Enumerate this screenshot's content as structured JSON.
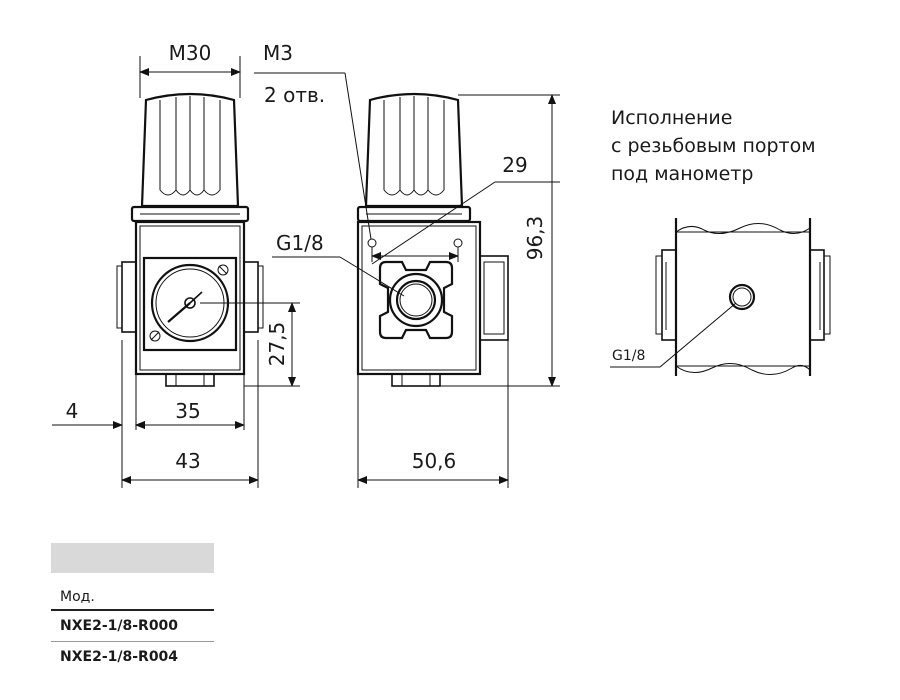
{
  "dimensions": {
    "m30": "M30",
    "m3": "M3",
    "holes": "2 отв.",
    "width_29": "29",
    "height_963": "96,3",
    "g18_front": "G1/8",
    "height_275": "27,5",
    "d4": "4",
    "d35": "35",
    "d43": "43",
    "d506": "50,6",
    "g18_port": "G1/8"
  },
  "variant_note": [
    "Исполнение",
    "с резьбовым портом",
    "под манометр"
  ],
  "table": {
    "column_label": "Мод.",
    "rows": [
      "NXE2-1/8-R000",
      "NXE2-1/8-R004"
    ]
  }
}
